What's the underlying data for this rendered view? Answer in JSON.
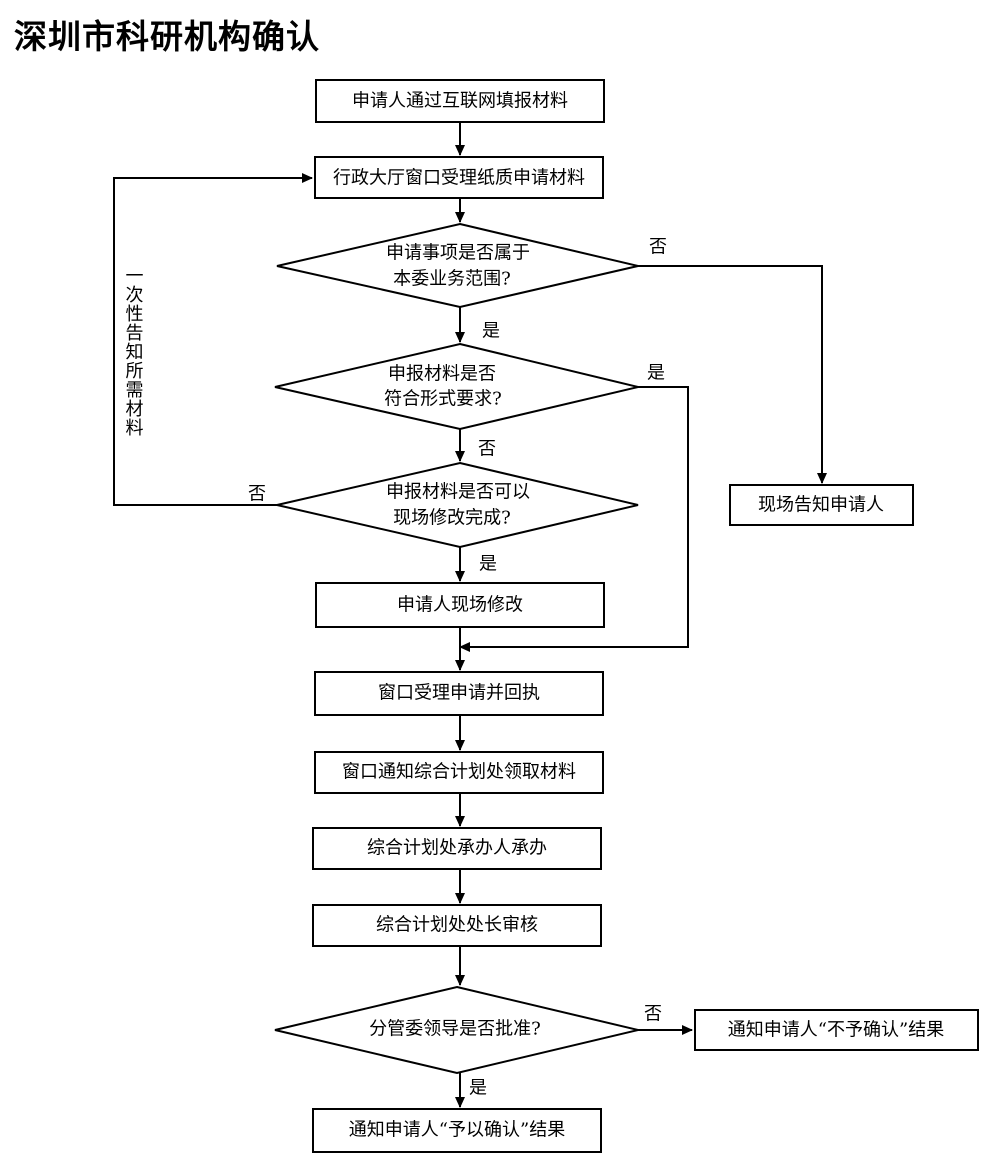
{
  "title": "深圳市科研机构确认",
  "nodes": {
    "apply_online": "申请人通过互联网填报材料",
    "window_accept_paper": "行政大厅窗口受理纸质申请材料",
    "q_scope_line1": "申请事项是否属于",
    "q_scope_line2": "本委业务范围?",
    "q_format_line1": "申报材料是否",
    "q_format_line2": "符合形式要求?",
    "q_modify_line1": "申报材料是否可以",
    "q_modify_line2": "现场修改完成?",
    "onsite_modify": "申请人现场修改",
    "notify_onsite": "现场告知申请人",
    "window_receipt": "窗口受理申请并回执",
    "notify_planning": "窗口通知综合计划处领取材料",
    "planning_handler": "综合计划处承办人承办",
    "planning_director": "综合计划处处长审核",
    "q_leader_approve": "分管委领导是否批准?",
    "result_reject": "通知申请人“不予确认”结果",
    "result_confirm": "通知申请人“予以确认”结果"
  },
  "labels": {
    "scope_no": "否",
    "scope_yes": "是",
    "format_yes": "是",
    "format_no": "否",
    "modify_no": "否",
    "modify_yes": "是",
    "leader_no": "否",
    "leader_yes": "是"
  },
  "side_note": "一次性告知所需材料"
}
